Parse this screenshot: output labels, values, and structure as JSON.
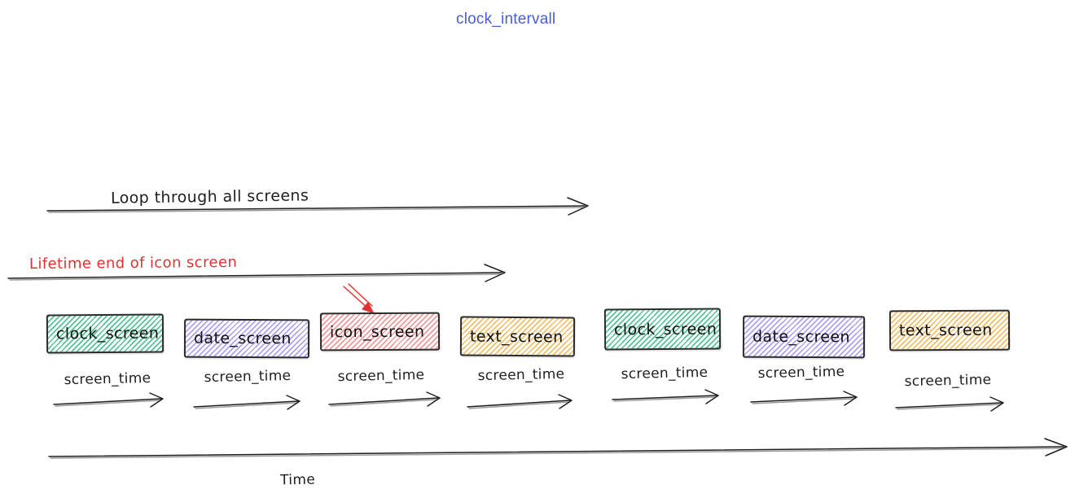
{
  "title": {
    "text": "clock_intervall",
    "color": "#4a5cd6"
  },
  "annotations": {
    "loop_label": "Loop through all screens",
    "lifetime_label": "Lifetime end of icon screen",
    "lifetime_color": "#e03131",
    "time_label": "Time",
    "icon_pointer": "red-arrow-pointing-to-icon-screen"
  },
  "timeline": {
    "interval_label": "screen_time",
    "segments": [
      {
        "name": "clock_screen",
        "color": "#55c495"
      },
      {
        "name": "date_screen",
        "color": "#b2a1f6"
      },
      {
        "name": "icon_screen",
        "color": "#f09a9a",
        "highlighted": true
      },
      {
        "name": "text_screen",
        "color": "#f0c06a"
      },
      {
        "name": "clock_screen",
        "color": "#55c495"
      },
      {
        "name": "date_screen",
        "color": "#b2a1f6"
      },
      {
        "name": "text_screen",
        "color": "#f0c06a"
      }
    ]
  },
  "colors": {
    "ink": "#1e1e1e",
    "accent_red": "#e03131",
    "title_blue": "#4a5cd6",
    "background": "#ffffff"
  }
}
